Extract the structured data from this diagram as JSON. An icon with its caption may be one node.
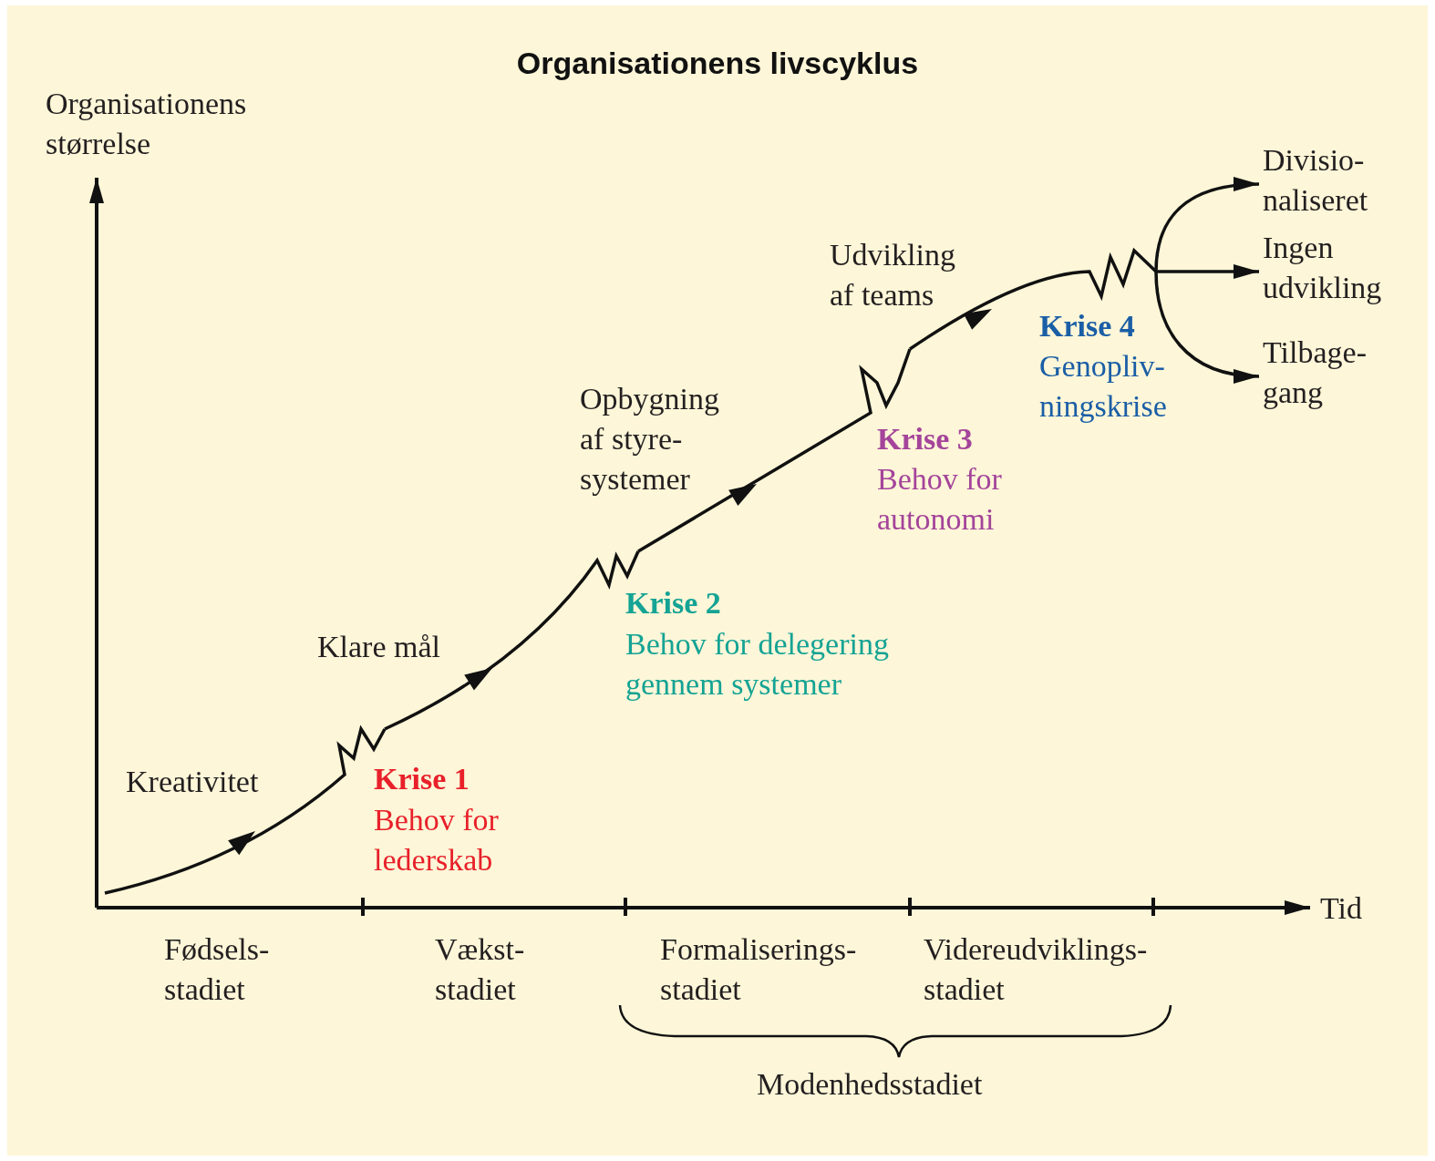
{
  "diagram": {
    "title": "Organisationens livscyklus",
    "nodes": [
      {
        "text": [
          "Divisio- naliseret"
        ]
      },
      {
        "text": [
          "Ingen udvikling"
        ]
      },
      {
        "text": [
          "Tilbage- gang"
        ]
      }
    ],
    "edges": [
      {
        "from": null,
        "to": 0,
        "arrow": "to"
      },
      {
        "from": null,
        "to": 1,
        "arrow": "to"
      },
      {
        "from": null,
        "to": 2,
        "arrow": "to"
      }
    ],
    "labels": [
      "Organisationens størrelse",
      "Udvikling af teams",
      "Krise 4",
      "Genopliv- ningskrise",
      "Opbygning af styre- systemer",
      "Krise 3",
      "Behov for autonomi",
      "Krise 2",
      "Behov for delegering gennem systemer",
      "Klare mål",
      "Kreativitet",
      "Krise 1",
      "Behov for lederskab",
      "Tid",
      "Fødsels- stadiet",
      "Vækst- stadiet",
      "Formaliserings- stadiet",
      "Videreudviklings- stadiet",
      "Modenhedsstadiet"
    ]
  }
}
